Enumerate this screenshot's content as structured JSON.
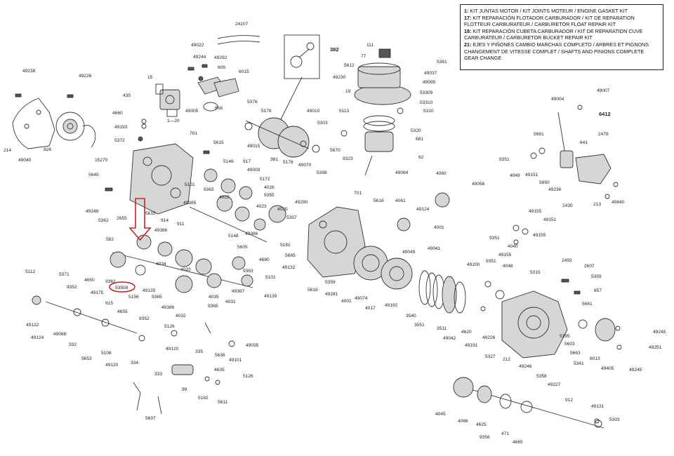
{
  "legend": {
    "entries": [
      {
        "num": "1:",
        "text": "KIT JUNTAS MOTOR / KIT JOINTS MOTEUR / ENGINE GASKET KIT"
      },
      {
        "num": "17:",
        "text": "KIT REPARACIÓN FLOTADOR CARBURADOR / KIT DE REPARATION FLOTTEUR CARBURATEUR / CARBURETOR FLOAT REPAIR KIT"
      },
      {
        "num": "18:",
        "text": "KIT REPARACIÓN CUBETA CARBURADOR / KIT DE REPARATION CUVE CARBURATEUR / CARBURETOR BUCKET REPAIR KIT"
      },
      {
        "num": "21:",
        "text": "EJES Y PIÑONES CAMBIO MARCHAS COMPLETO / ARBRES ET PIGNONS CHANGEMENT DE VITESSE COMPLET / SHAFTS AND PINIONS COMPLETE GEAR CHANGE"
      }
    ]
  },
  "highlight": {
    "part_number": "53508",
    "arrow_color": "#cc2222",
    "circle_color": "#cc2222"
  },
  "labels": [
    {
      "id": "l-24107",
      "text": "24107"
    },
    {
      "id": "l-49022",
      "text": "49022"
    },
    {
      "id": "l-49244",
      "text": "49244"
    },
    {
      "id": "l-49292",
      "text": "49292"
    },
    {
      "id": "l-606",
      "text": "606"
    },
    {
      "id": "l-6015",
      "text": "6015"
    },
    {
      "id": "l-382",
      "text": "382"
    },
    {
      "id": "l-111",
      "text": "111"
    },
    {
      "id": "l-5361",
      "text": "5361"
    },
    {
      "id": "l-77",
      "text": "77"
    },
    {
      "id": "l-5612",
      "text": "5612"
    },
    {
      "id": "l-49037",
      "text": "49037"
    },
    {
      "id": "l-49230",
      "text": "49230"
    },
    {
      "id": "l-49095",
      "text": "49095"
    },
    {
      "id": "l-53309",
      "text": "53309"
    },
    {
      "id": "l-19",
      "text": "19"
    },
    {
      "id": "l-53310",
      "text": "53310"
    },
    {
      "id": "l-5310",
      "text": "5310"
    },
    {
      "id": "l-5320",
      "text": "5320"
    },
    {
      "id": "l-681",
      "text": "681"
    },
    {
      "id": "l-62",
      "text": "62"
    },
    {
      "id": "l-49084",
      "text": "49084"
    },
    {
      "id": "l-49238",
      "text": "49238"
    },
    {
      "id": "l-49226",
      "text": "49226"
    },
    {
      "id": "l-15",
      "text": "15"
    },
    {
      "id": "l-435",
      "text": "435"
    },
    {
      "id": "l-4660",
      "text": "4660"
    },
    {
      "id": "l-49193",
      "text": "49193"
    },
    {
      "id": "l-5372",
      "text": "5372"
    },
    {
      "id": "l-20",
      "text": "1—20"
    },
    {
      "id": "l-49005",
      "text": "49005"
    },
    {
      "id": "l-658",
      "text": "658"
    },
    {
      "id": "l-5376",
      "text": "5376"
    },
    {
      "id": "l-5178a",
      "text": "5178"
    },
    {
      "id": "l-49010",
      "text": "49010"
    },
    {
      "id": "l-5113",
      "text": "5113"
    },
    {
      "id": "l-5303",
      "text": "5303"
    },
    {
      "id": "l-214",
      "text": "214"
    },
    {
      "id": "l-49040",
      "text": "49040"
    },
    {
      "id": "l-826",
      "text": "826"
    },
    {
      "id": "l-701a",
      "text": "701"
    },
    {
      "id": "l-5615a",
      "text": "5615"
    },
    {
      "id": "l-49015",
      "text": "49015"
    },
    {
      "id": "l-381",
      "text": "381"
    },
    {
      "id": "l-5178b",
      "text": "5178"
    },
    {
      "id": "l-49070",
      "text": "49070"
    },
    {
      "id": "l-5398",
      "text": "5398"
    },
    {
      "id": "l-5670",
      "text": "5670"
    },
    {
      "id": "l-9323",
      "text": "9323"
    },
    {
      "id": "l-15270",
      "text": "15270"
    },
    {
      "id": "l-5146",
      "text": "5146"
    },
    {
      "id": "l-917",
      "text": "917"
    },
    {
      "id": "l-49009",
      "text": "49009"
    },
    {
      "id": "l-5645",
      "text": "5645"
    },
    {
      "id": "l-5101a",
      "text": "5101"
    },
    {
      "id": "l-9363a",
      "text": "9363"
    },
    {
      "id": "l-5172",
      "text": "5172"
    },
    {
      "id": "l-4026",
      "text": "4026"
    },
    {
      "id": "l-9355",
      "text": "9355"
    },
    {
      "id": "l-4022",
      "text": "4022"
    },
    {
      "id": "l-49248",
      "text": "49248"
    },
    {
      "id": "l-5362",
      "text": "5362"
    },
    {
      "id": "l-2655",
      "text": "2655"
    },
    {
      "id": "l-5615b",
      "text": "5615"
    },
    {
      "id": "l-49385",
      "text": "49385"
    },
    {
      "id": "l-914",
      "text": "914"
    },
    {
      "id": "l-911",
      "text": "911"
    },
    {
      "id": "l-4023",
      "text": "4023"
    },
    {
      "id": "l-4025",
      "text": "4025"
    },
    {
      "id": "l-49290",
      "text": "49290"
    },
    {
      "id": "l-5357",
      "text": "5357"
    },
    {
      "id": "l-701b",
      "text": "701"
    },
    {
      "id": "l-5616",
      "text": "5616"
    },
    {
      "id": "l-4061",
      "text": "4061"
    },
    {
      "id": "l-49124a",
      "text": "49124"
    },
    {
      "id": "l-4060",
      "text": "4060"
    },
    {
      "id": "l-49056",
      "text": "49056"
    },
    {
      "id": "l-4001a",
      "text": "4001"
    },
    {
      "id": "l-49386a",
      "text": "49386"
    },
    {
      "id": "l-5148",
      "text": "5148"
    },
    {
      "id": "l-49386b",
      "text": "49386"
    },
    {
      "id": "l-5181",
      "text": "5181"
    },
    {
      "id": "l-5605",
      "text": "5605"
    },
    {
      "id": "l-5665",
      "text": "5665"
    },
    {
      "id": "l-4680",
      "text": "4680"
    },
    {
      "id": "l-49132",
      "text": "49132"
    },
    {
      "id": "l-49049",
      "text": "49049"
    },
    {
      "id": "l-49041",
      "text": "49041"
    },
    {
      "id": "l-582",
      "text": "582"
    },
    {
      "id": "l-4034",
      "text": "4034"
    },
    {
      "id": "l-4033",
      "text": "4033"
    },
    {
      "id": "l-9363b",
      "text": "9363"
    },
    {
      "id": "l-49387",
      "text": "49387"
    },
    {
      "id": "l-5101b",
      "text": "5101"
    },
    {
      "id": "l-9362",
      "text": "9362"
    },
    {
      "id": "l-53508",
      "text": "53508"
    },
    {
      "id": "l-5156",
      "text": "5156"
    },
    {
      "id": "l-49135",
      "text": "49135"
    },
    {
      "id": "l-9365a",
      "text": "9365"
    },
    {
      "id": "l-4035",
      "text": "4035"
    },
    {
      "id": "l-9365b",
      "text": "9365"
    },
    {
      "id": "l-4031",
      "text": "4031"
    },
    {
      "id": "l-49139",
      "text": "49139"
    },
    {
      "id": "l-49386c",
      "text": "49386"
    },
    {
      "id": "l-4032",
      "text": "4032"
    },
    {
      "id": "l-5616b",
      "text": "5616"
    },
    {
      "id": "l-5359",
      "text": "5359"
    },
    {
      "id": "l-49281",
      "text": "49281"
    },
    {
      "id": "l-4001b",
      "text": "4001"
    },
    {
      "id": "l-49074",
      "text": "49074"
    },
    {
      "id": "l-4017",
      "text": "4017"
    },
    {
      "id": "l-49192",
      "text": "49192"
    },
    {
      "id": "l-5112",
      "text": "5112"
    },
    {
      "id": "l-5371",
      "text": "5371"
    },
    {
      "id": "l-9352a",
      "text": "9352"
    },
    {
      "id": "l-4650",
      "text": "4650"
    },
    {
      "id": "l-49175",
      "text": "49175"
    },
    {
      "id": "l-915",
      "text": "915"
    },
    {
      "id": "l-4655",
      "text": "4655"
    },
    {
      "id": "l-49122",
      "text": "49122"
    },
    {
      "id": "l-49124b",
      "text": "49124"
    },
    {
      "id": "l-49068",
      "text": "49068"
    },
    {
      "id": "l-9352b",
      "text": "9352"
    },
    {
      "id": "l-332",
      "text": "332"
    },
    {
      "id": "l-5106",
      "text": "5106"
    },
    {
      "id": "l-5653",
      "text": "5653"
    },
    {
      "id": "l-49120a",
      "text": "49120"
    },
    {
      "id": "l-5126a",
      "text": "5126"
    },
    {
      "id": "l-49120b",
      "text": "49120"
    },
    {
      "id": "l-335",
      "text": "335"
    },
    {
      "id": "l-5636",
      "text": "5636"
    },
    {
      "id": "l-49035",
      "text": "49035"
    },
    {
      "id": "l-49101",
      "text": "49101"
    },
    {
      "id": "l-334",
      "text": "334"
    },
    {
      "id": "l-333",
      "text": "333"
    },
    {
      "id": "l-99",
      "text": "99"
    },
    {
      "id": "l-4635",
      "text": "4635"
    },
    {
      "id": "l-5126b",
      "text": "5126"
    },
    {
      "id": "l-5182",
      "text": "5182"
    },
    {
      "id": "l-5611",
      "text": "5611"
    },
    {
      "id": "l-5637",
      "text": "5637"
    },
    {
      "id": "l-3540",
      "text": "3540"
    },
    {
      "id": "l-3551",
      "text": "3551"
    },
    {
      "id": "l-3511",
      "text": "3511"
    },
    {
      "id": "l-4620",
      "text": "4620"
    },
    {
      "id": "l-49042",
      "text": "49042"
    },
    {
      "id": "l-49191",
      "text": "49191"
    },
    {
      "id": "l-49200",
      "text": "49200"
    },
    {
      "id": "l-9351a",
      "text": "9351"
    },
    {
      "id": "l-4048",
      "text": "4048"
    },
    {
      "id": "l-49155a",
      "text": "49155"
    },
    {
      "id": "l-49226b",
      "text": "49226"
    },
    {
      "id": "l-5327",
      "text": "5327"
    },
    {
      "id": "l-212",
      "text": "212"
    },
    {
      "id": "l-49246",
      "text": "49246"
    },
    {
      "id": "l-5358",
      "text": "5358"
    },
    {
      "id": "l-49227",
      "text": "49227"
    },
    {
      "id": "l-49004",
      "text": "49004"
    },
    {
      "id": "l-49007",
      "text": "49007"
    },
    {
      "id": "l-6412",
      "text": "6412"
    },
    {
      "id": "l-5661a",
      "text": "5661"
    },
    {
      "id": "l-2478",
      "text": "2478"
    },
    {
      "id": "l-641",
      "text": "641"
    },
    {
      "id": "l-9351b",
      "text": "9351"
    },
    {
      "id": "l-4049",
      "text": "4049"
    },
    {
      "id": "l-49151a",
      "text": "49151"
    },
    {
      "id": "l-5650",
      "text": "5650"
    },
    {
      "id": "l-49236",
      "text": "49236"
    },
    {
      "id": "l-2430",
      "text": "2430"
    },
    {
      "id": "l-213",
      "text": "213"
    },
    {
      "id": "l-49840",
      "text": "49840"
    },
    {
      "id": "l-49155b",
      "text": "49155"
    },
    {
      "id": "l-49151b",
      "text": "49151"
    },
    {
      "id": "l-9351c",
      "text": "9351"
    },
    {
      "id": "l-4040",
      "text": "4040"
    },
    {
      "id": "l-49155c",
      "text": "49155"
    },
    {
      "id": "l-5315",
      "text": "5315"
    },
    {
      "id": "l-2492",
      "text": "2492"
    },
    {
      "id": "l-2607",
      "text": "2607"
    },
    {
      "id": "l-5359b",
      "text": "5359"
    },
    {
      "id": "l-657",
      "text": "657"
    },
    {
      "id": "l-5661b",
      "text": "5661"
    },
    {
      "id": "l-49245a",
      "text": "49245"
    },
    {
      "id": "l-49251",
      "text": "49251"
    },
    {
      "id": "l-5395",
      "text": "5395"
    },
    {
      "id": "l-5603",
      "text": "5603"
    },
    {
      "id": "l-5663",
      "text": "5663"
    },
    {
      "id": "l-5341",
      "text": "5341"
    },
    {
      "id": "l-6013",
      "text": "6013"
    },
    {
      "id": "l-49405",
      "text": "49405"
    },
    {
      "id": "l-49245b",
      "text": "49245"
    },
    {
      "id": "l-912",
      "text": "912"
    },
    {
      "id": "l-49131",
      "text": "49131"
    },
    {
      "id": "l-5303b",
      "text": "5303"
    },
    {
      "id": "l-4045",
      "text": "4045"
    },
    {
      "id": "l-4066",
      "text": "4066"
    },
    {
      "id": "l-4625",
      "text": "4625"
    },
    {
      "id": "l-9356",
      "text": "9356"
    },
    {
      "id": "l-471",
      "text": "471"
    },
    {
      "id": "l-4665",
      "text": "4665"
    }
  ]
}
